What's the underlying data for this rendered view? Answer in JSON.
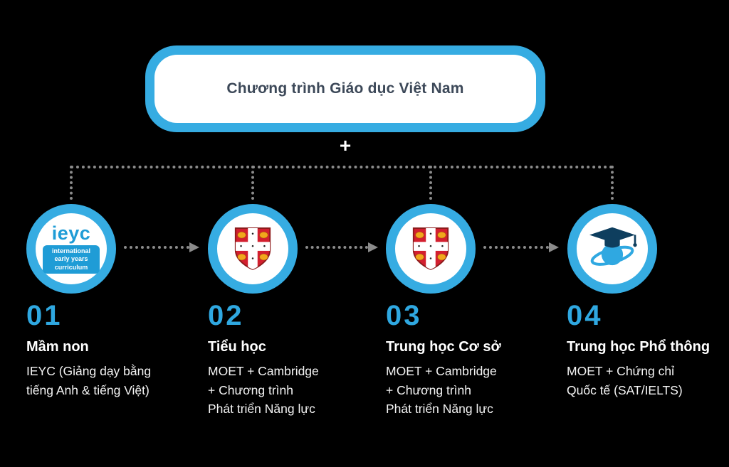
{
  "header": {
    "title": "Chương trình Giáo dục Việt Nam",
    "plus": "+"
  },
  "stages": [
    {
      "number": "01",
      "title": "Mầm non",
      "icon": "ieyc-logo-icon",
      "desc_lines": [
        "IEYC (Giảng dạy bằng",
        "tiếng Anh & tiếng Việt)"
      ]
    },
    {
      "number": "02",
      "title": "Tiểu học",
      "icon": "cambridge-shield-icon",
      "desc_lines": [
        "MOET + Cambridge",
        "+ Chương trình",
        "Phát triển Năng lực"
      ]
    },
    {
      "number": "03",
      "title": "Trung học Cơ sở",
      "icon": "cambridge-shield-icon",
      "desc_lines": [
        "MOET + Cambridge",
        "+ Chương trình",
        "Phát triển Năng lực"
      ]
    },
    {
      "number": "04",
      "title": "Trung học Phổ thông",
      "icon": "graduation-planet-icon",
      "desc_lines": [
        "MOET + Chứng chỉ",
        "Quốc tế (SAT/IELTS)"
      ]
    }
  ],
  "ieyc": {
    "wordmark": "ieyc",
    "tagline_lines": [
      "international",
      "early years",
      "curriculum"
    ]
  },
  "colors": {
    "accent_blue": "#36ACE2",
    "title_text": "#3C4858",
    "connector_gray": "#8c8c8c",
    "shield_red": "#d31f2f",
    "cap_navy": "#0E3E5E",
    "background": "#000000"
  }
}
